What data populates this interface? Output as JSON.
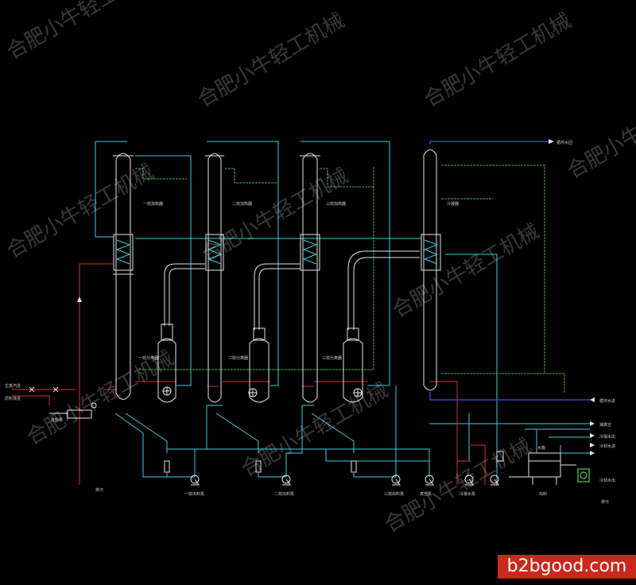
{
  "labels": {
    "evap1": "一效加热器",
    "evap2": "二效加热器",
    "evap3": "三效加热器",
    "condenser": "冷凝器",
    "sep1": "一效分离器",
    "sep2": "二效分离器",
    "sep3": "三效分离器",
    "steam_in": "生蒸汽进",
    "feed_in": "原料液进",
    "feed_pump": "进料泵",
    "pump1": "一效出料泵",
    "pump2": "二效出料泵",
    "pump3": "三效出料泵",
    "cond_pump": "冷凝水泵",
    "vac_pump": "真空泵",
    "product_out": "出料",
    "drain": "排污",
    "vacuum_out": "抽真空",
    "cooling_in": "循环水进",
    "cooling_out": "循环水回",
    "water_out": "冷凝水出",
    "tank": "水箱",
    "cw_in": "冷却水进",
    "cw_out": "冷却水出"
  },
  "watermark_text": "合肥小牛轻工机械",
  "brand_text": "b2bgood.com",
  "colors": {
    "vapor": "#46c8dc",
    "steam": "#d23232",
    "vacuum": "#4ab04a",
    "cooling": "#2846dc",
    "equipment": "#e6e6e6"
  }
}
